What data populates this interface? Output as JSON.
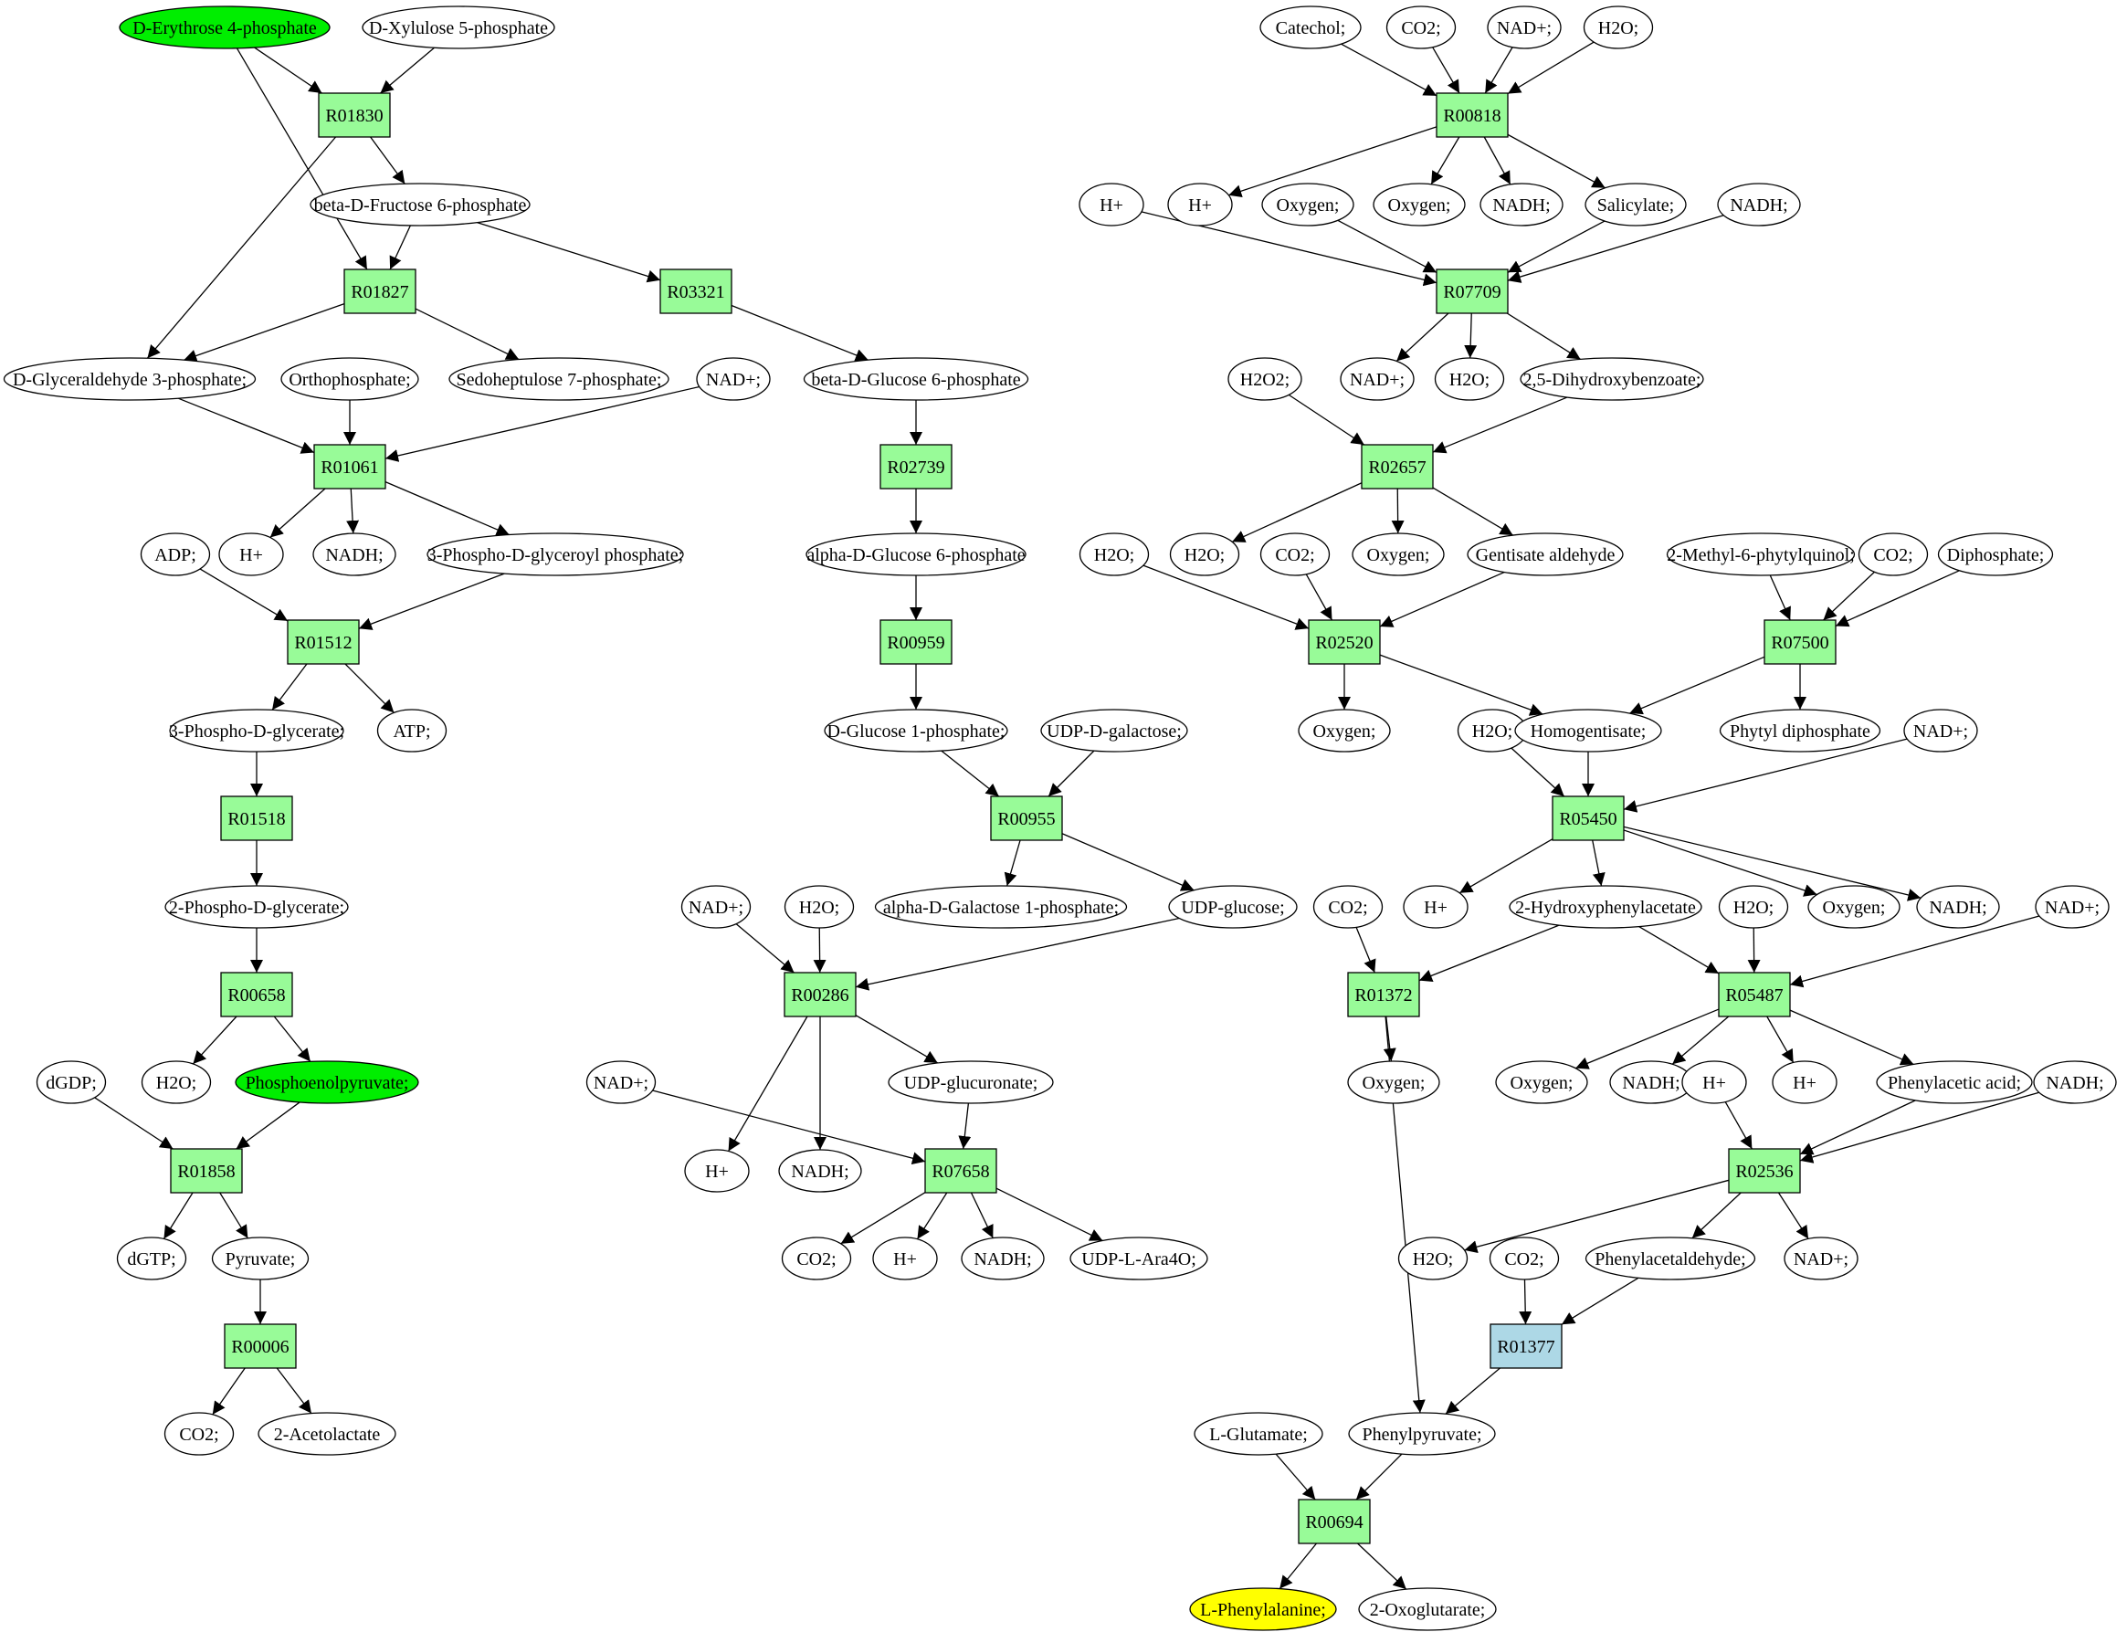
{
  "colors": {
    "reaction": "#98fb98",
    "reaction_alt": "#add8e6",
    "highlight_green": "#00ee00",
    "highlight_yellow": "#ffff00",
    "edge": "#000000"
  },
  "nodes": {
    "m_e4p": {
      "label": "D-Erythrose 4-phosphate",
      "kind": "metabolite",
      "highlight": "green"
    },
    "m_x5p": {
      "label": "D-Xylulose 5-phosphate",
      "kind": "metabolite"
    },
    "r01830": {
      "label": "R01830",
      "kind": "reaction"
    },
    "m_bf6p": {
      "label": "beta-D-Fructose 6-phosphate",
      "kind": "metabolite"
    },
    "r01827": {
      "label": "R01827",
      "kind": "reaction"
    },
    "r03321": {
      "label": "R03321",
      "kind": "reaction"
    },
    "m_g3p": {
      "label": "D-Glyceraldehyde 3-phosphate;",
      "kind": "metabolite"
    },
    "m_orthophos": {
      "label": "Orthophosphate;",
      "kind": "metabolite"
    },
    "m_s7p": {
      "label": "Sedoheptulose 7-phosphate;",
      "kind": "metabolite"
    },
    "m_nad_a": {
      "label": "NAD+;",
      "kind": "metabolite"
    },
    "m_bg6p": {
      "label": "beta-D-Glucose 6-phosphate",
      "kind": "metabolite"
    },
    "r01061": {
      "label": "R01061",
      "kind": "reaction"
    },
    "r02739": {
      "label": "R02739",
      "kind": "reaction"
    },
    "m_adp": {
      "label": "ADP;",
      "kind": "metabolite"
    },
    "m_h_a": {
      "label": "H+",
      "kind": "metabolite"
    },
    "m_nadh_a": {
      "label": "NADH;",
      "kind": "metabolite"
    },
    "m_3pgp": {
      "label": "3-Phospho-D-glyceroyl phosphate;",
      "kind": "metabolite"
    },
    "m_ag6p": {
      "label": "alpha-D-Glucose 6-phosphate",
      "kind": "metabolite"
    },
    "r01512": {
      "label": "R01512",
      "kind": "reaction"
    },
    "r00959": {
      "label": "R00959",
      "kind": "reaction"
    },
    "m_3pg": {
      "label": "3-Phospho-D-glycerate;",
      "kind": "metabolite"
    },
    "m_atp": {
      "label": "ATP;",
      "kind": "metabolite"
    },
    "m_g1p": {
      "label": "D-Glucose 1-phosphate;",
      "kind": "metabolite"
    },
    "m_udpgal": {
      "label": "UDP-D-galactose;",
      "kind": "metabolite"
    },
    "r01518": {
      "label": "R01518",
      "kind": "reaction"
    },
    "r00955": {
      "label": "R00955",
      "kind": "reaction"
    },
    "m_2pg": {
      "label": "2-Phospho-D-glycerate;",
      "kind": "metabolite"
    },
    "m_nad_b": {
      "label": "NAD+;",
      "kind": "metabolite"
    },
    "m_h2o_b": {
      "label": "H2O;",
      "kind": "metabolite"
    },
    "m_agal1p": {
      "label": "alpha-D-Galactose 1-phosphate;",
      "kind": "metabolite"
    },
    "m_udpglc": {
      "label": "UDP-glucose;",
      "kind": "metabolite"
    },
    "r00658": {
      "label": "R00658",
      "kind": "reaction"
    },
    "r00286": {
      "label": "R00286",
      "kind": "reaction"
    },
    "m_h2o_a": {
      "label": "H2O;",
      "kind": "metabolite"
    },
    "m_pep": {
      "label": "Phosphoenolpyruvate;",
      "kind": "metabolite",
      "highlight": "green"
    },
    "m_dgdp": {
      "label": "dGDP;",
      "kind": "metabolite"
    },
    "m_nad_c": {
      "label": "NAD+;",
      "kind": "metabolite"
    },
    "m_h_b": {
      "label": "H+",
      "kind": "metabolite"
    },
    "m_nadh_b": {
      "label": "NADH;",
      "kind": "metabolite"
    },
    "m_udpgluc": {
      "label": "UDP-glucuronate;",
      "kind": "metabolite"
    },
    "r01858": {
      "label": "R01858",
      "kind": "reaction"
    },
    "r07658": {
      "label": "R07658",
      "kind": "reaction"
    },
    "m_dgtp": {
      "label": "dGTP;",
      "kind": "metabolite"
    },
    "m_pyr": {
      "label": "Pyruvate;",
      "kind": "metabolite"
    },
    "m_co2_b": {
      "label": "CO2;",
      "kind": "metabolite"
    },
    "m_h_c": {
      "label": "H+",
      "kind": "metabolite"
    },
    "m_nadh_c": {
      "label": "NADH;",
      "kind": "metabolite"
    },
    "m_udpara": {
      "label": "UDP-L-Ara4O;",
      "kind": "metabolite"
    },
    "r00006": {
      "label": "R00006",
      "kind": "reaction"
    },
    "m_co2_a": {
      "label": "CO2;",
      "kind": "metabolite"
    },
    "m_acetolac": {
      "label": "2-Acetolactate",
      "kind": "metabolite"
    },
    "m_catechol": {
      "label": "Catechol;",
      "kind": "metabolite"
    },
    "m_co2_c": {
      "label": "CO2;",
      "kind": "metabolite"
    },
    "m_nad_d": {
      "label": "NAD+;",
      "kind": "metabolite"
    },
    "m_h2o_c": {
      "label": "H2O;",
      "kind": "metabolite"
    },
    "r00818": {
      "label": "R00818",
      "kind": "reaction"
    },
    "m_h_d": {
      "label": "H+",
      "kind": "metabolite"
    },
    "m_h_e": {
      "label": "H+",
      "kind": "metabolite"
    },
    "m_oxy_a": {
      "label": "Oxygen;",
      "kind": "metabolite"
    },
    "m_oxy_b": {
      "label": "Oxygen;",
      "kind": "metabolite"
    },
    "m_nadh_d": {
      "label": "NADH;",
      "kind": "metabolite"
    },
    "m_salicylate": {
      "label": "Salicylate;",
      "kind": "metabolite"
    },
    "m_nadh_e": {
      "label": "NADH;",
      "kind": "metabolite"
    },
    "r07709": {
      "label": "R07709",
      "kind": "reaction"
    },
    "m_h2o2": {
      "label": "H2O2;",
      "kind": "metabolite"
    },
    "m_nad_e": {
      "label": "NAD+;",
      "kind": "metabolite"
    },
    "m_h2o_d": {
      "label": "H2O;",
      "kind": "metabolite"
    },
    "m_25dhb": {
      "label": "2,5-Dihydroxybenzoate;",
      "kind": "metabolite"
    },
    "r02657": {
      "label": "R02657",
      "kind": "reaction"
    },
    "m_h2o_e": {
      "label": "H2O;",
      "kind": "metabolite"
    },
    "m_h2o_f": {
      "label": "H2O;",
      "kind": "metabolite"
    },
    "m_co2_d": {
      "label": "CO2;",
      "kind": "metabolite"
    },
    "m_oxy_c": {
      "label": "Oxygen;",
      "kind": "metabolite"
    },
    "m_gentald": {
      "label": "Gentisate aldehyde",
      "kind": "metabolite"
    },
    "m_2m6pq": {
      "label": "2-Methyl-6-phytylquinol;",
      "kind": "metabolite"
    },
    "m_co2_e": {
      "label": "CO2;",
      "kind": "metabolite"
    },
    "m_diphos": {
      "label": "Diphosphate;",
      "kind": "metabolite"
    },
    "r02520": {
      "label": "R02520",
      "kind": "reaction"
    },
    "r07500": {
      "label": "R07500",
      "kind": "reaction"
    },
    "m_oxy_d": {
      "label": "Oxygen;",
      "kind": "metabolite"
    },
    "m_h2o_g": {
      "label": "H2O;",
      "kind": "metabolite"
    },
    "m_homogent": {
      "label": "Homogentisate;",
      "kind": "metabolite"
    },
    "m_phytyldp": {
      "label": "Phytyl diphosphate",
      "kind": "metabolite"
    },
    "m_nad_f": {
      "label": "NAD+;",
      "kind": "metabolite"
    },
    "r05450": {
      "label": "R05450",
      "kind": "reaction"
    },
    "m_co2_f": {
      "label": "CO2;",
      "kind": "metabolite"
    },
    "m_h_f": {
      "label": "H+",
      "kind": "metabolite"
    },
    "m_2hpa": {
      "label": "2-Hydroxyphenylacetate",
      "kind": "metabolite"
    },
    "m_h2o_h": {
      "label": "H2O;",
      "kind": "metabolite"
    },
    "m_oxy_e": {
      "label": "Oxygen;",
      "kind": "metabolite"
    },
    "m_nadh_f": {
      "label": "NADH;",
      "kind": "metabolite"
    },
    "m_nad_g": {
      "label": "NAD+;",
      "kind": "metabolite"
    },
    "r01372": {
      "label": "R01372",
      "kind": "reaction"
    },
    "r05487": {
      "label": "R05487",
      "kind": "reaction"
    },
    "m_oxy_f": {
      "label": "Oxygen;",
      "kind": "metabolite"
    },
    "m_oxy_g": {
      "label": "Oxygen;",
      "kind": "metabolite"
    },
    "m_nadh_g": {
      "label": "NADH;",
      "kind": "metabolite"
    },
    "m_h_g": {
      "label": "H+",
      "kind": "metabolite"
    },
    "m_h_h": {
      "label": "H+",
      "kind": "metabolite"
    },
    "m_phenacetic": {
      "label": "Phenylacetic acid;",
      "kind": "metabolite"
    },
    "m_nadh_h": {
      "label": "NADH;",
      "kind": "metabolite"
    },
    "r02536": {
      "label": "R02536",
      "kind": "reaction"
    },
    "m_h2o_i": {
      "label": "H2O;",
      "kind": "metabolite"
    },
    "m_co2_g": {
      "label": "CO2;",
      "kind": "metabolite"
    },
    "m_phenacetald": {
      "label": "Phenylacetaldehyde;",
      "kind": "metabolite"
    },
    "m_nad_h": {
      "label": "NAD+;",
      "kind": "metabolite"
    },
    "r01377": {
      "label": "R01377",
      "kind": "reaction",
      "alt": true
    },
    "m_lglu": {
      "label": "L-Glutamate;",
      "kind": "metabolite"
    },
    "m_phenylpyr": {
      "label": "Phenylpyruvate;",
      "kind": "metabolite"
    },
    "r00694": {
      "label": "R00694",
      "kind": "reaction"
    },
    "m_lphe": {
      "label": "L-Phenylalanine;",
      "kind": "metabolite",
      "highlight": "yellow"
    },
    "m_2oxoglut": {
      "label": "2-Oxoglutarate;",
      "kind": "metabolite"
    }
  },
  "edges": [
    [
      "m_e4p",
      "r01830"
    ],
    [
      "m_x5p",
      "r01830"
    ],
    [
      "m_e4p",
      "r01827"
    ],
    [
      "r01830",
      "m_bf6p"
    ],
    [
      "r01830",
      "m_g3p"
    ],
    [
      "m_bf6p",
      "r01827"
    ],
    [
      "m_bf6p",
      "r03321"
    ],
    [
      "r01827",
      "m_g3p"
    ],
    [
      "r01827",
      "m_s7p"
    ],
    [
      "r03321",
      "m_bg6p"
    ],
    [
      "m_g3p",
      "r01061"
    ],
    [
      "m_orthophos",
      "r01061"
    ],
    [
      "m_nad_a",
      "r01061"
    ],
    [
      "r01061",
      "m_h_a"
    ],
    [
      "r01061",
      "m_nadh_a"
    ],
    [
      "r01061",
      "m_3pgp"
    ],
    [
      "m_bg6p",
      "r02739"
    ],
    [
      "r02739",
      "m_ag6p"
    ],
    [
      "m_ag6p",
      "r00959"
    ],
    [
      "r00959",
      "m_g1p"
    ],
    [
      "m_adp",
      "r01512"
    ],
    [
      "m_3pgp",
      "r01512"
    ],
    [
      "r01512",
      "m_3pg"
    ],
    [
      "r01512",
      "m_atp"
    ],
    [
      "m_3pg",
      "r01518"
    ],
    [
      "r01518",
      "m_2pg"
    ],
    [
      "m_2pg",
      "r00658"
    ],
    [
      "r00658",
      "m_h2o_a"
    ],
    [
      "r00658",
      "m_pep"
    ],
    [
      "m_dgdp",
      "r01858"
    ],
    [
      "m_pep",
      "r01858"
    ],
    [
      "r01858",
      "m_dgtp"
    ],
    [
      "r01858",
      "m_pyr"
    ],
    [
      "m_pyr",
      "r00006"
    ],
    [
      "r00006",
      "m_co2_a"
    ],
    [
      "r00006",
      "m_acetolac"
    ],
    [
      "m_g1p",
      "r00955"
    ],
    [
      "m_udpgal",
      "r00955"
    ],
    [
      "r00955",
      "m_agal1p"
    ],
    [
      "r00955",
      "m_udpglc"
    ],
    [
      "m_nad_b",
      "r00286"
    ],
    [
      "m_h2o_b",
      "r00286"
    ],
    [
      "m_udpglc",
      "r00286"
    ],
    [
      "r00286",
      "m_h_b"
    ],
    [
      "r00286",
      "m_nadh_b"
    ],
    [
      "r00286",
      "m_udpgluc"
    ],
    [
      "m_nad_c",
      "r07658"
    ],
    [
      "m_udpgluc",
      "r07658"
    ],
    [
      "r07658",
      "m_co2_b"
    ],
    [
      "r07658",
      "m_h_c"
    ],
    [
      "r07658",
      "m_nadh_c"
    ],
    [
      "r07658",
      "m_udpara"
    ],
    [
      "m_catechol",
      "r00818"
    ],
    [
      "m_co2_c",
      "r00818"
    ],
    [
      "m_nad_d",
      "r00818"
    ],
    [
      "m_h2o_c",
      "r00818"
    ],
    [
      "r00818",
      "m_h_e"
    ],
    [
      "r00818",
      "m_oxy_b"
    ],
    [
      "r00818",
      "m_nadh_d"
    ],
    [
      "r00818",
      "m_salicylate"
    ],
    [
      "m_h_d",
      "r07709"
    ],
    [
      "m_oxy_a",
      "r07709"
    ],
    [
      "m_salicylate",
      "r07709"
    ],
    [
      "m_nadh_e",
      "r07709"
    ],
    [
      "r07709",
      "m_nad_e"
    ],
    [
      "r07709",
      "m_h2o_d"
    ],
    [
      "r07709",
      "m_25dhb"
    ],
    [
      "m_h2o2",
      "r02657"
    ],
    [
      "m_25dhb",
      "r02657"
    ],
    [
      "r02657",
      "m_h2o_f"
    ],
    [
      "r02657",
      "m_oxy_c"
    ],
    [
      "r02657",
      "m_gentald"
    ],
    [
      "m_h2o_e",
      "r02520"
    ],
    [
      "m_co2_d",
      "r02520"
    ],
    [
      "m_gentald",
      "r02520"
    ],
    [
      "r02520",
      "m_oxy_d"
    ],
    [
      "r02520",
      "m_homogent"
    ],
    [
      "m_2m6pq",
      "r07500"
    ],
    [
      "m_co2_e",
      "r07500"
    ],
    [
      "m_diphos",
      "r07500"
    ],
    [
      "r07500",
      "m_homogent"
    ],
    [
      "r07500",
      "m_phytyldp"
    ],
    [
      "m_h2o_g",
      "r05450"
    ],
    [
      "m_homogent",
      "r05450"
    ],
    [
      "m_nad_f",
      "r05450"
    ],
    [
      "r05450",
      "m_h_f"
    ],
    [
      "r05450",
      "m_2hpa"
    ],
    [
      "r05450",
      "m_oxy_e"
    ],
    [
      "r05450",
      "m_nadh_f"
    ],
    [
      "m_co2_f",
      "r01372"
    ],
    [
      "m_2hpa",
      "r01372"
    ],
    [
      "m_2hpa",
      "r05487"
    ],
    [
      "m_h2o_h",
      "r05487"
    ],
    [
      "m_nad_g",
      "r05487"
    ],
    [
      "r01372",
      "m_oxy_f"
    ],
    [
      "r01372",
      "m_phenylpyr"
    ],
    [
      "r05487",
      "m_oxy_g"
    ],
    [
      "r05487",
      "m_nadh_g"
    ],
    [
      "r05487",
      "m_h_h"
    ],
    [
      "r05487",
      "m_phenacetic"
    ],
    [
      "m_h_g",
      "r02536"
    ],
    [
      "m_phenacetic",
      "r02536"
    ],
    [
      "m_nadh_h",
      "r02536"
    ],
    [
      "r02536",
      "m_h2o_i"
    ],
    [
      "r02536",
      "m_phenacetald"
    ],
    [
      "r02536",
      "m_nad_h"
    ],
    [
      "m_co2_g",
      "r01377"
    ],
    [
      "m_phenacetald",
      "r01377"
    ],
    [
      "r01377",
      "m_phenylpyr"
    ],
    [
      "m_lglu",
      "r00694"
    ],
    [
      "m_phenylpyr",
      "r00694"
    ],
    [
      "r00694",
      "m_lphe"
    ],
    [
      "r00694",
      "m_2oxoglut"
    ]
  ]
}
